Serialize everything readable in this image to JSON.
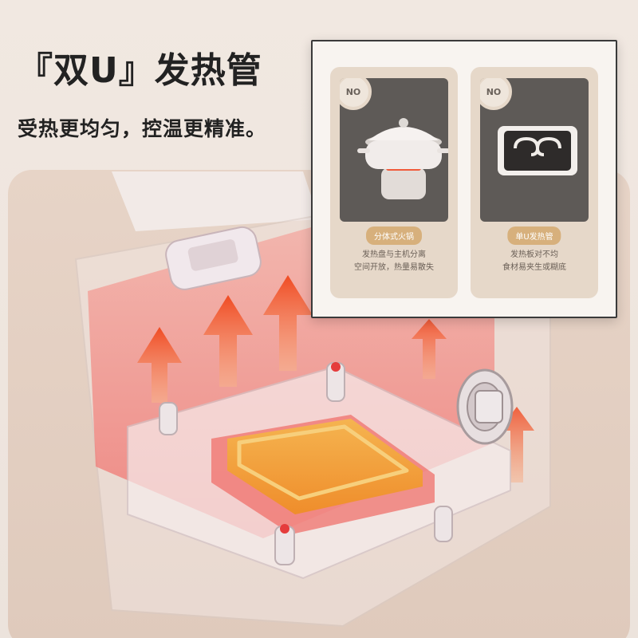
{
  "headline": "『双U』发热管",
  "subheadline": "受热更均匀，控温更精准。",
  "inset": {
    "cards": [
      {
        "badge": "NO",
        "tag": "分体式火锅",
        "desc_line1": "发热盘与主机分离",
        "desc_line2": "空间开放，热量易散失",
        "icon": "split-hotpot-icon"
      },
      {
        "badge": "NO",
        "tag": "单U发热管",
        "desc_line1": "发热板对不均",
        "desc_line2": "食材易夹生或糊底",
        "icon": "single-u-heating-tube-icon"
      }
    ]
  },
  "colors": {
    "arrow_top": "#f04b23",
    "arrow_bottom": "#f7b08a",
    "card_bg": "#e6d8c9",
    "tag_bg": "#d7b07c",
    "visual_bg": "#5e5a57"
  }
}
